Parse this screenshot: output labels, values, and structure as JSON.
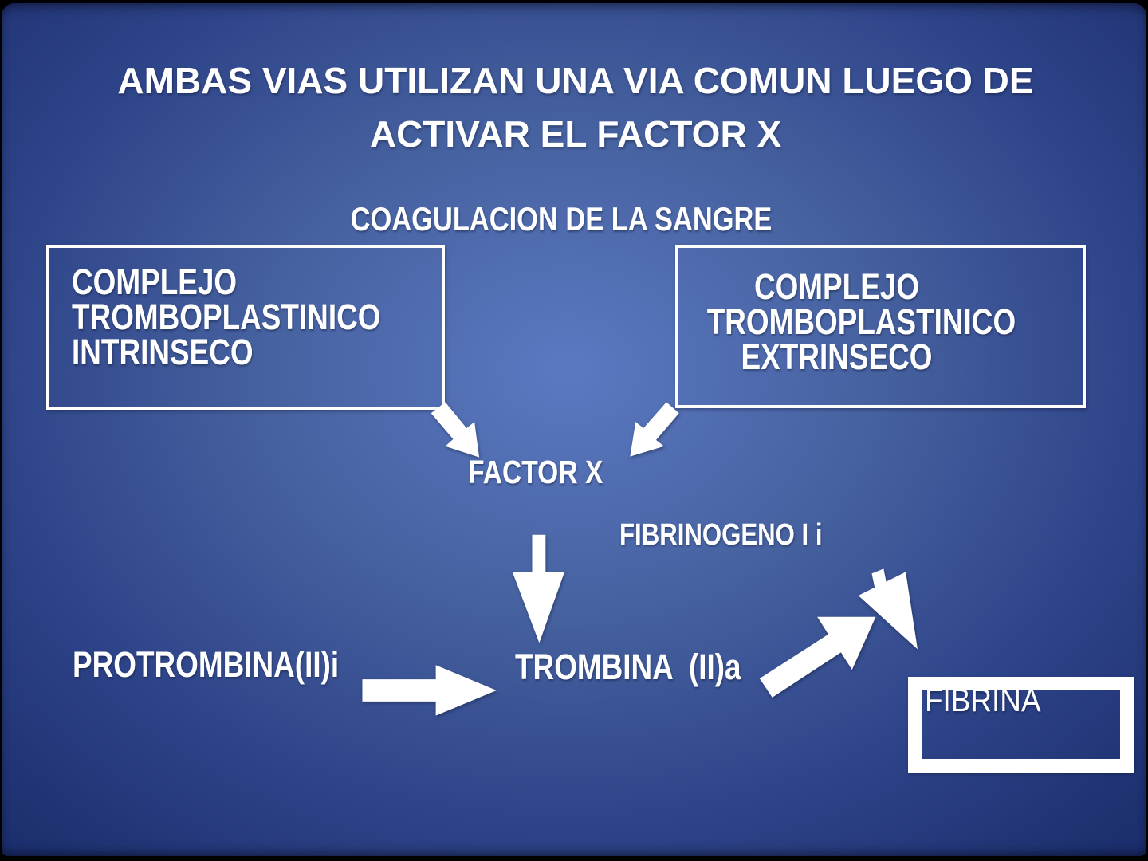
{
  "slide": {
    "title": "AMBAS VIAS UTILIZAN UNA VIA COMUN LUEGO DE ACTIVAR EL FACTOR X",
    "subtitle": "COAGULACION DE LA SANGRE"
  },
  "boxes": {
    "intrinseco": {
      "lines": [
        "COMPLEJO",
        "TROMBOPLASTINICO",
        "INTRINSECO"
      ]
    },
    "extrinseco": {
      "lines": [
        "COMPLEJO",
        "TROMBOPLASTINICO",
        "EXTRINSECO"
      ]
    }
  },
  "nodes": {
    "factor_x": "FACTOR X",
    "fibrinogeno": "FIBRINOGENO I i",
    "protrombina": "PROTROMBINA(II)i",
    "trombina": "TROMBINA  (II)a",
    "fibrina": "FIBRINA"
  },
  "arrows": [
    "intrinseco-to-factor-x",
    "extrinseco-to-factor-x",
    "factor-x-to-trombina",
    "protrombina-to-trombina",
    "trombina-to-fibrina",
    "fibrinogeno-to-fibrina"
  ],
  "theme": {
    "text-color": "#ffffff",
    "arrow": "#ffffff",
    "frame": "#000000",
    "bg-center": "#5b79c2",
    "bg-mid": "#46619f",
    "bg-outer": "#2e4489",
    "bg-edge": "#1c2f6e"
  }
}
